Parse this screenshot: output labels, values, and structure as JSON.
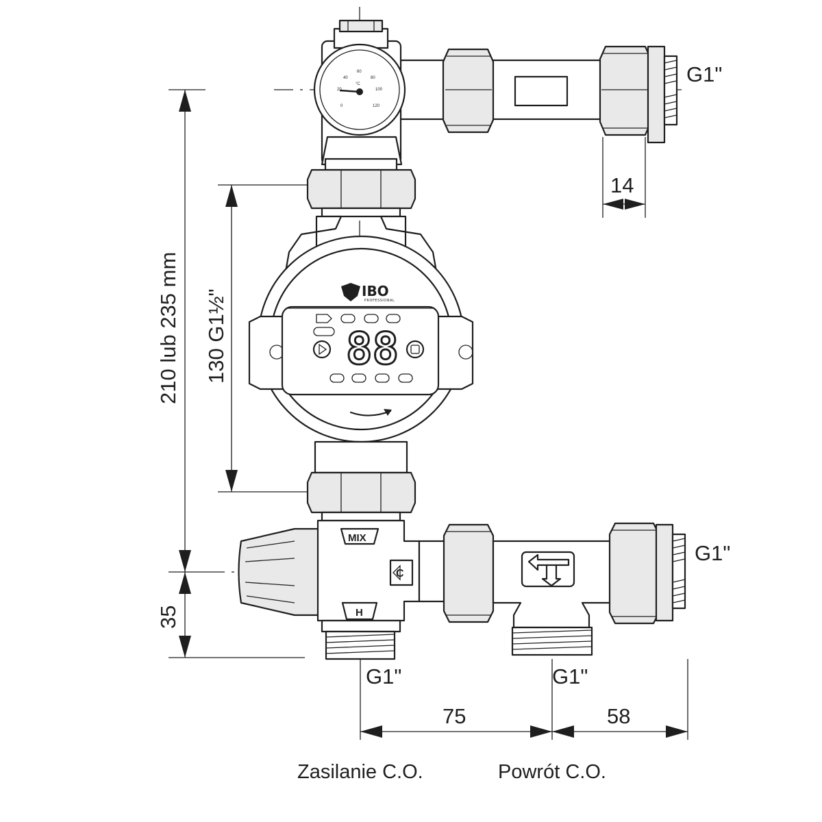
{
  "dimensions": {
    "total_height": "210 lub 235 mm",
    "pump_length": "130 G1½\"",
    "bottom_offset": "35",
    "nut_width": "14",
    "supply_return_spacing": "75",
    "return_to_end": "58"
  },
  "threads": {
    "top_outlet": "G1\"",
    "bottom_right_outlet": "G1\"",
    "supply_port": "G1\"",
    "return_port": "G1\""
  },
  "labels": {
    "supply": "Zasilanie C.O.",
    "return": "Powrót C.O.",
    "mixing_valve": "MIX"
  },
  "thermometer": {
    "unit": "°C",
    "scale": [
      "0",
      "20",
      "40",
      "60",
      "80",
      "100",
      "120"
    ]
  },
  "pump": {
    "brand": "IBO",
    "brand_sub": "PROFESSIONAL",
    "display": "88"
  }
}
